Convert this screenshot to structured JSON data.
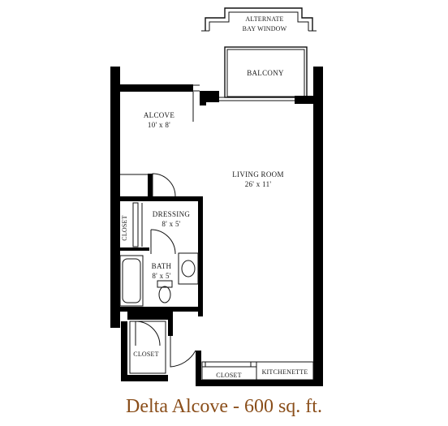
{
  "rooms": {
    "bay_window": {
      "line1": "ALTERNATE",
      "line2": "BAY WINDOW"
    },
    "balcony": {
      "name": "BALCONY"
    },
    "alcove": {
      "name": "ALCOVE",
      "size": "10' x 8'"
    },
    "living_room": {
      "name": "LIVING ROOM",
      "size": "26' x 11'"
    },
    "dressing": {
      "name": "DRESSING",
      "size": "8' x 5'"
    },
    "bath": {
      "name": "BATH",
      "size": "8' x 5'"
    },
    "closet_dressing": {
      "name": "CLOSET"
    },
    "closet_entry": {
      "name": "CLOSET"
    },
    "closet_kitchen": {
      "name": "CLOSET"
    },
    "kitchenette": {
      "name": "KITCHENETTE"
    }
  },
  "caption": "Delta Alcove - 600 sq. ft."
}
